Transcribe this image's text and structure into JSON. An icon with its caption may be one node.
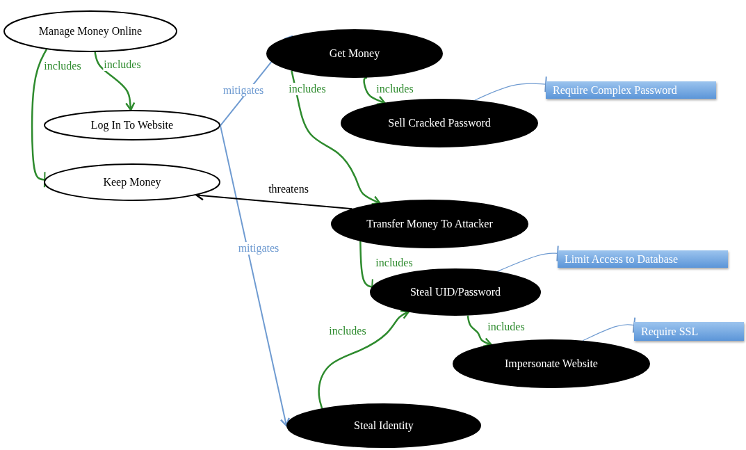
{
  "diagram": {
    "nodes": [
      {
        "text": [
          "Manage Money Online"
        ]
      },
      {
        "text": [
          "Log In To Website"
        ]
      },
      {
        "text": [
          "Keep Money"
        ]
      },
      {
        "text": [
          "Get Money"
        ]
      },
      {
        "text": [
          "Sell Cracked Password"
        ]
      },
      {
        "text": [
          "Transfer Money To Attacker"
        ]
      },
      {
        "text": [
          "Steal UID/Password"
        ]
      },
      {
        "text": [
          "Impersonate Website"
        ]
      },
      {
        "text": [
          "Steal Identity"
        ]
      },
      {
        "text": [
          "Require Complex Password"
        ]
      },
      {
        "text": [
          "Limit Access to Database"
        ]
      },
      {
        "text": [
          "Require SSL"
        ]
      }
    ],
    "edges": [
      {
        "from": 0,
        "to": 1,
        "arrow": "to",
        "label": "includes"
      },
      {
        "from": 0,
        "to": 2,
        "arrow": "other",
        "label": "includes"
      },
      {
        "from": 1,
        "to": 3,
        "arrow": "to",
        "label": "mitigates",
        "color": "#6f9bd1"
      },
      {
        "from": 1,
        "to": 8,
        "arrow": "to",
        "label": "mitigates",
        "color": "#6f9bd1"
      },
      {
        "from": 5,
        "to": 2,
        "arrow": "to",
        "label": "threatens",
        "color": "#000000"
      },
      {
        "from": 3,
        "to": 4,
        "arrow": "to",
        "label": "includes"
      },
      {
        "from": 3,
        "to": 5,
        "arrow": "to",
        "label": "includes"
      },
      {
        "from": 5,
        "to": 6,
        "arrow": "other",
        "label": "includes"
      },
      {
        "from": 6,
        "to": 7,
        "arrow": "to",
        "label": "includes"
      },
      {
        "from": 8,
        "to": 6,
        "arrow": "to",
        "label": "includes"
      },
      {
        "from": 4,
        "to": 9,
        "arrow": "other",
        "color": "#6f9bd1"
      },
      {
        "from": 6,
        "to": 10,
        "arrow": "other",
        "color": "#6f9bd1"
      },
      {
        "from": 7,
        "to": 11,
        "arrow": "other",
        "color": "#6f9bd1"
      }
    ]
  }
}
